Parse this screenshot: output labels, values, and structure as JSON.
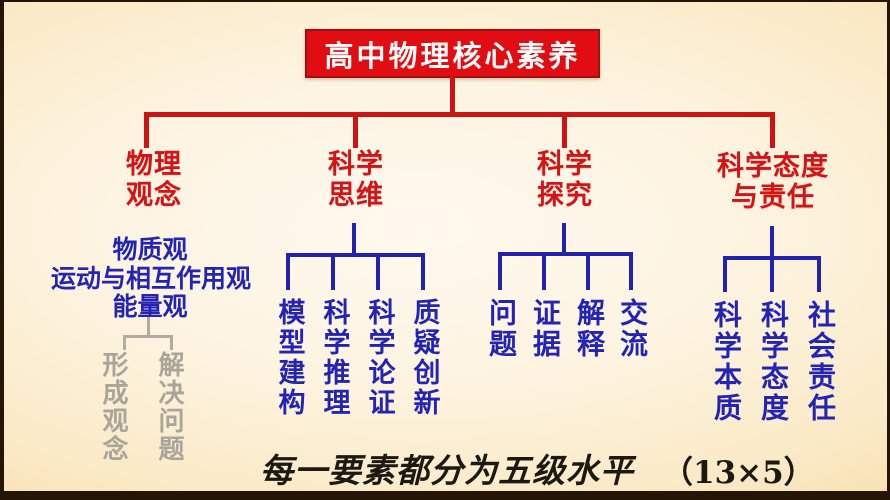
{
  "slide": {
    "title": "高中物理核心素养",
    "footer": {
      "text": "每一要素都分为五级水平",
      "note": "（13×5）"
    }
  },
  "branches": [
    {
      "label": "物理\n观念",
      "items": [
        "物质观",
        "运动与相互作用观",
        "能量观"
      ],
      "outcomes": [
        "形成观念",
        "解决问题"
      ]
    },
    {
      "label": "科学\n思维",
      "items": [
        "模型建构",
        "科学推理",
        "科学论证",
        "质疑创新"
      ]
    },
    {
      "label": "科学\n探究",
      "items": [
        "问题",
        "证据",
        "解释",
        "交流"
      ]
    },
    {
      "label": "科学态度\n与责任",
      "items": [
        "科学本质",
        "科学态度",
        "社会责任"
      ]
    }
  ],
  "colors": {
    "node_fill_red": "#e10d12",
    "node_border_red": "#9e0f10",
    "line_red": "#cd1414",
    "header_red": "#d41317",
    "text_blue": "#2424b4",
    "line_blue": "#2222b0",
    "text_gray": "#aaa49a",
    "text_black": "#1c1812",
    "bg_center": "#fef9ef",
    "bg_edge": "#f4d084"
  }
}
